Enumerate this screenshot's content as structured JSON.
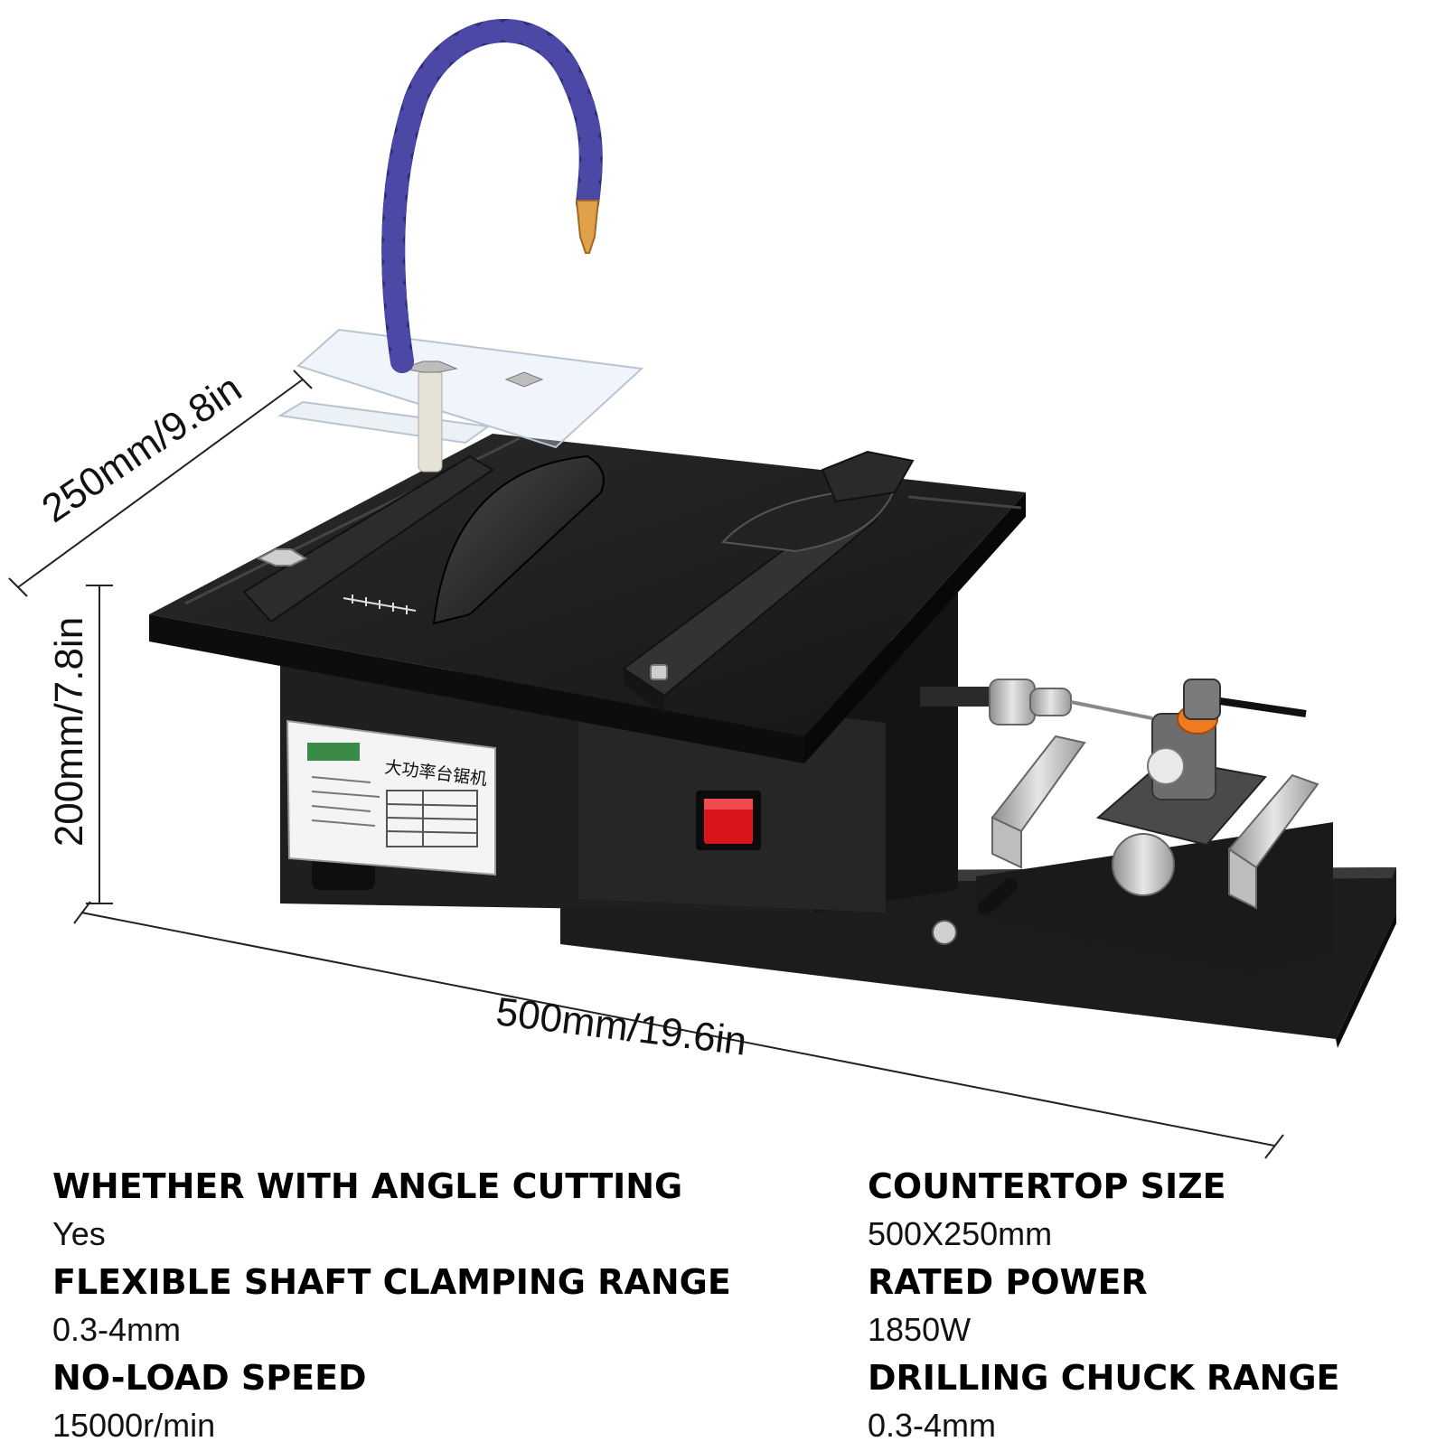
{
  "dimensions": {
    "depth": "250mm/9.8in",
    "height": "200mm/7.8in",
    "width": "500mm/19.6in"
  },
  "label_sticker": {
    "title": "大功率台锯机"
  },
  "specs_left": [
    {
      "label": "WHETHER WITH ANGLE CUTTING",
      "value": "Yes"
    },
    {
      "label": "FLEXIBLE SHAFT CLAMPING RANGE",
      "value": "0.3-4mm"
    },
    {
      "label": "NO-LOAD SPEED",
      "value": "15000r/min"
    }
  ],
  "specs_right": [
    {
      "label": "COUNTERTOP SIZE",
      "value": "500X250mm"
    },
    {
      "label": "RATED POWER",
      "value": "1850W"
    },
    {
      "label": "DRILLING CHUCK RANGE",
      "value": "0.3-4mm"
    }
  ],
  "colors": {
    "body": "#1e1e1e",
    "hose": "#2f2c7a",
    "nozzle": "#e0a14a",
    "switch": "#d9151b",
    "steel": "#c6c6c6"
  }
}
